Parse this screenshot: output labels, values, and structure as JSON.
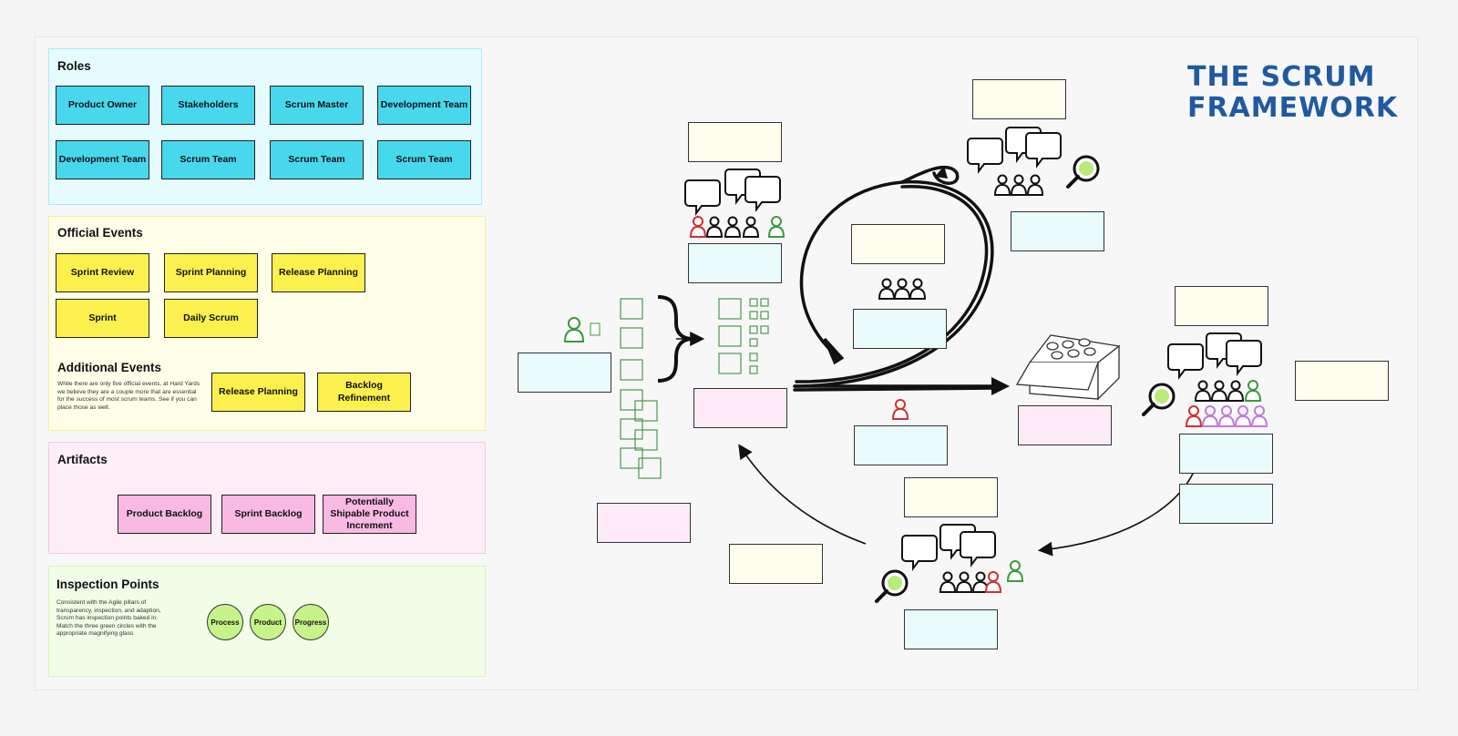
{
  "title": [
    "THE SCRUM",
    "FRAMEWORK"
  ],
  "roles": {
    "title": "Roles",
    "items": [
      "Product Owner",
      "Stakeholders",
      "Scrum Master",
      "Development Team",
      "Development Team",
      "Scrum Team",
      "Scrum Team",
      "Scrum Team"
    ]
  },
  "events": {
    "title": "Official Events",
    "items": [
      "Sprint Review",
      "Sprint Planning",
      "Release Planning",
      "Sprint",
      "Daily Scrum"
    ],
    "additional_title": "Additional Events",
    "additional_desc": "While there are only five official events, at Hard Yards we believe they are a couple more that are essential for the success of most scrum teams. See if you can place those as well.",
    "additional_items": [
      "Release Planning",
      "Backlog Refinement"
    ]
  },
  "artifacts": {
    "title": "Artifacts",
    "items": [
      "Product Backlog",
      "Sprint Backlog",
      "Potentially Shipable Product Increment"
    ]
  },
  "inspection": {
    "title": "Inspection Points",
    "desc": "Consistent with the Agile pillars of transparency, inspection, and adaption, Scrum has inspection points baked in. Match the three green circles with the appropriate magnifying glass",
    "items": [
      "Process",
      "Product",
      "Progress"
    ]
  },
  "colors": {
    "roles_bg": "#e6fbfd",
    "events_bg": "#fefee9",
    "artifacts_bg": "#fdeef8",
    "inspection_bg": "#f1fde6",
    "title": "#1f5aa0"
  }
}
